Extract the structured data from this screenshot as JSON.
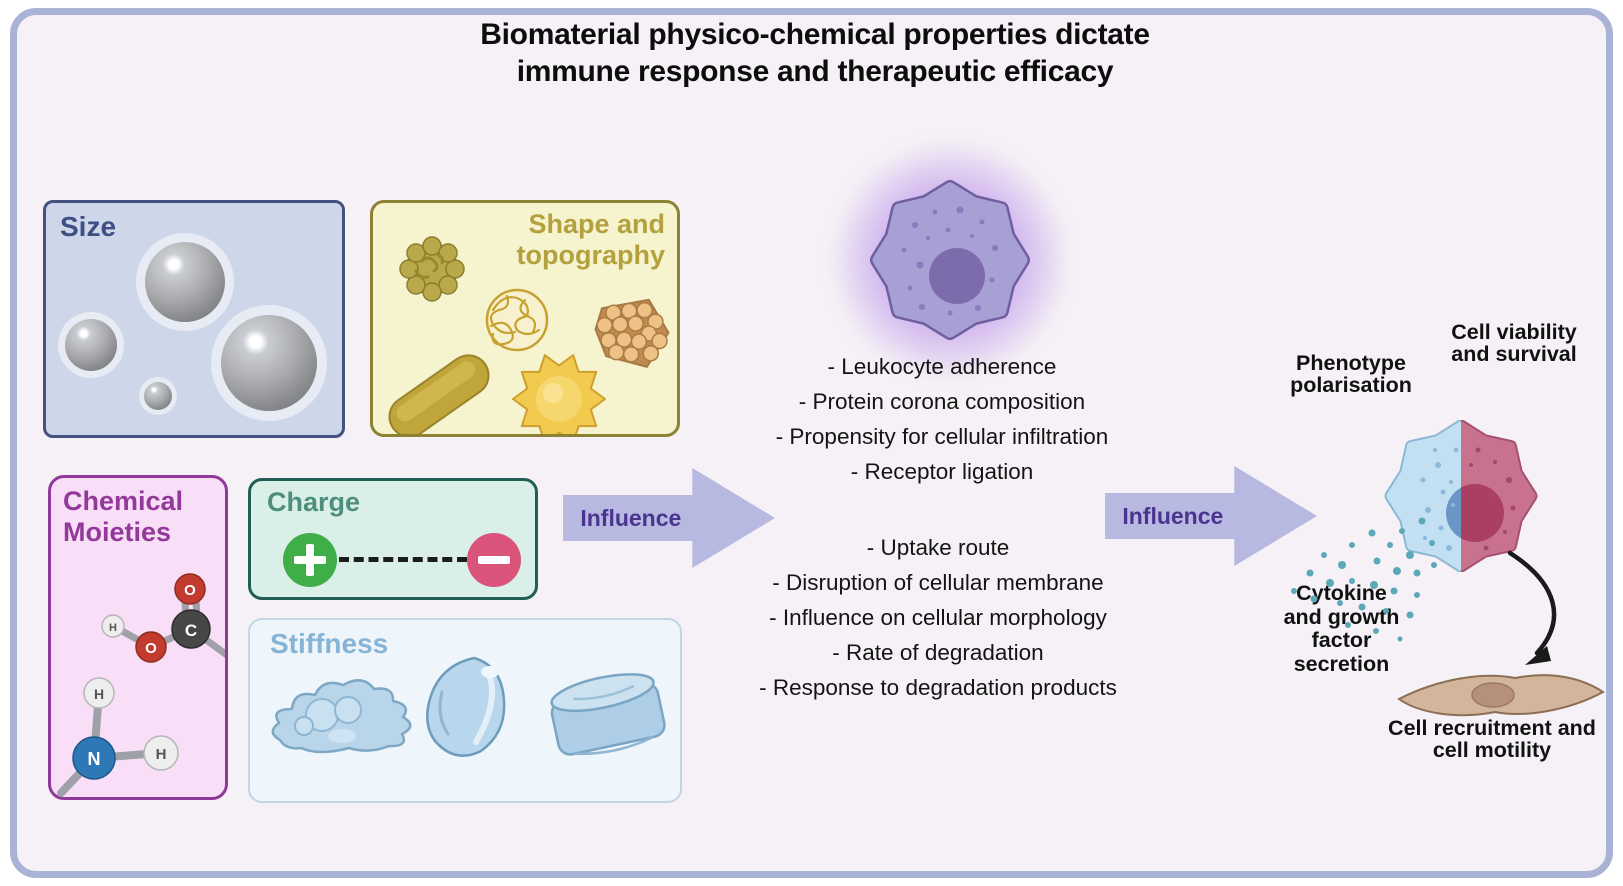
{
  "title": {
    "line1": "Biomaterial physico-chemical properties dictate",
    "line2": "immune response and therapeutic efficacy"
  },
  "properties": {
    "size": {
      "label": "Size"
    },
    "shape_topography": {
      "label": "Shape and topography"
    },
    "chemical_moieties": {
      "label": "Chemical Moieties"
    },
    "charge": {
      "label": "Charge"
    },
    "stiffness": {
      "label": "Stiffness"
    }
  },
  "atoms": {
    "oxygen": "O",
    "carbon": "C",
    "hydrogen": "H",
    "nitrogen": "N"
  },
  "arrows": {
    "influence_left": "Influence",
    "influence_right": "Influence"
  },
  "immune_effects": {
    "group1": [
      "- Leukocyte adherence",
      "- Protein corona composition",
      "- Propensity for cellular infiltration",
      "- Receptor ligation"
    ],
    "group2": [
      "- Uptake route",
      "- Disruption of cellular membrane",
      "- Influence on cellular morphology",
      "- Rate of degradation",
      "- Response to degradation products"
    ]
  },
  "outcomes": {
    "phenotype_polarisation": "Phenotype polarisation",
    "cell_viability": "Cell viability and survival",
    "cytokine_secretion": "Cytokine and growth factor secretion",
    "cell_recruitment": "Cell recruitment and cell motility"
  },
  "colors": {
    "frame_border": "#a9b3d6",
    "canvas_bg": "#f5f1f6",
    "size_panel_bg": "#ced7ea",
    "size_panel_border": "#45517f",
    "size_label": "#3d4f85",
    "shape_panel_bg": "#f6f3cf",
    "shape_panel_border": "#8d8134",
    "shape_label": "#b3a13d",
    "chemical_panel_bg": "#f8def6",
    "chemical_panel_border": "#8f3a98",
    "chemical_label": "#93399b",
    "charge_panel_bg": "#d9efe7",
    "charge_panel_border": "#215e55",
    "charge_label": "#4f8e7d",
    "positive_green": "#3fae49",
    "negative_pink": "#d9537a",
    "stiffness_panel_bg": "#eef5fb",
    "stiffness_label": "#85b4d7",
    "influence_arrow": "#b7b9e1",
    "influence_text": "#4a3490",
    "leukocyte_body": "#a7a0d4",
    "leukocyte_nucleus": "#7d6cab",
    "leukocyte_glow": "#9e60e2",
    "polarised_left": "#c3e0f2",
    "polarised_right": "#c9728f",
    "nucleus_left": "#6a96c5",
    "nucleus_right": "#ab3f63",
    "secretion_dots": "#5aa9b8",
    "fibroblast_body": "#d3b59c",
    "fibroblast_nucleus": "#b5917a"
  }
}
